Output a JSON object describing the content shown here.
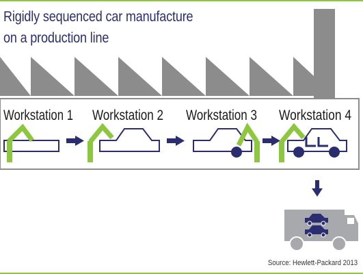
{
  "title": {
    "line1": "Rigidly sequenced car manufacture",
    "line2": "on a production line"
  },
  "workstations": [
    {
      "label": "Workstation 1"
    },
    {
      "label": "Workstation 2"
    },
    {
      "label": "Workstation 3"
    },
    {
      "label": "Workstation 4"
    }
  ],
  "source": "Source: Hewlett-Packard 2013",
  "colors": {
    "navy": "#2a2e70",
    "green": "#8dc63f",
    "gray": "#8c8c8c",
    "truck_gray": "#a7a9ac",
    "page_background": "#ffffff"
  },
  "icons": {
    "factory_roof": "factory-roof-icon",
    "chimney": "chimney-icon",
    "robot_arm": "robot-arm-icon",
    "arrow": "arrow-right-icon",
    "truck": "delivery-truck-icon"
  }
}
